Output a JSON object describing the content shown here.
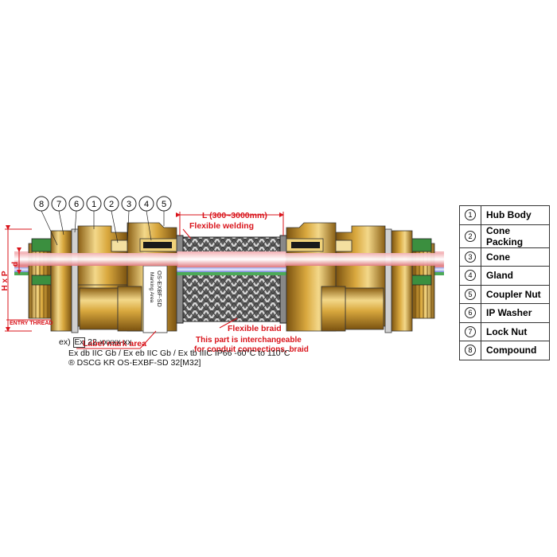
{
  "callouts": [
    "8",
    "7",
    "6",
    "1",
    "2",
    "3",
    "4",
    "5"
  ],
  "dims": {
    "length": "L (300~3000mm)",
    "hxp": "H x P",
    "d": "d",
    "entry_thread": "ENTRY THREAD"
  },
  "labels": {
    "flexible_welding": "Flexible welding",
    "flexible_braid": "Flexible braid",
    "interchangeable_1": "This part is interchangeable",
    "interchangeable_2": "for conduit connections, braid",
    "label_mark_area": "Label mark area",
    "tag_model": "OS-EXBF-SD",
    "tag_marking": "Marking Area"
  },
  "notes": {
    "prefix": "ex)",
    "cert_no": "22-xxxxx-xx",
    "line2": "Ex db IIC Gb / Ex eb IIC Gb / Ex tb IIIC IP66 -60°C to 110°C",
    "line3": "DSCG  KR OS-EXBF-SD 32[M32]"
  },
  "legend": [
    {
      "num": "1",
      "name": "Hub Body"
    },
    {
      "num": "2",
      "name": "Cone Packing"
    },
    {
      "num": "3",
      "name": "Cone"
    },
    {
      "num": "4",
      "name": "Gland"
    },
    {
      "num": "5",
      "name": "Coupler Nut"
    },
    {
      "num": "6",
      "name": "IP Washer"
    },
    {
      "num": "7",
      "name": "Lock Nut"
    },
    {
      "num": "8",
      "name": "Compound"
    }
  ],
  "colors": {
    "red": "#d9141b",
    "brass": "#c99a2e",
    "brass_light": "#f0d27a",
    "green": "#3b8f3f",
    "braid": "#6b6b6b"
  }
}
